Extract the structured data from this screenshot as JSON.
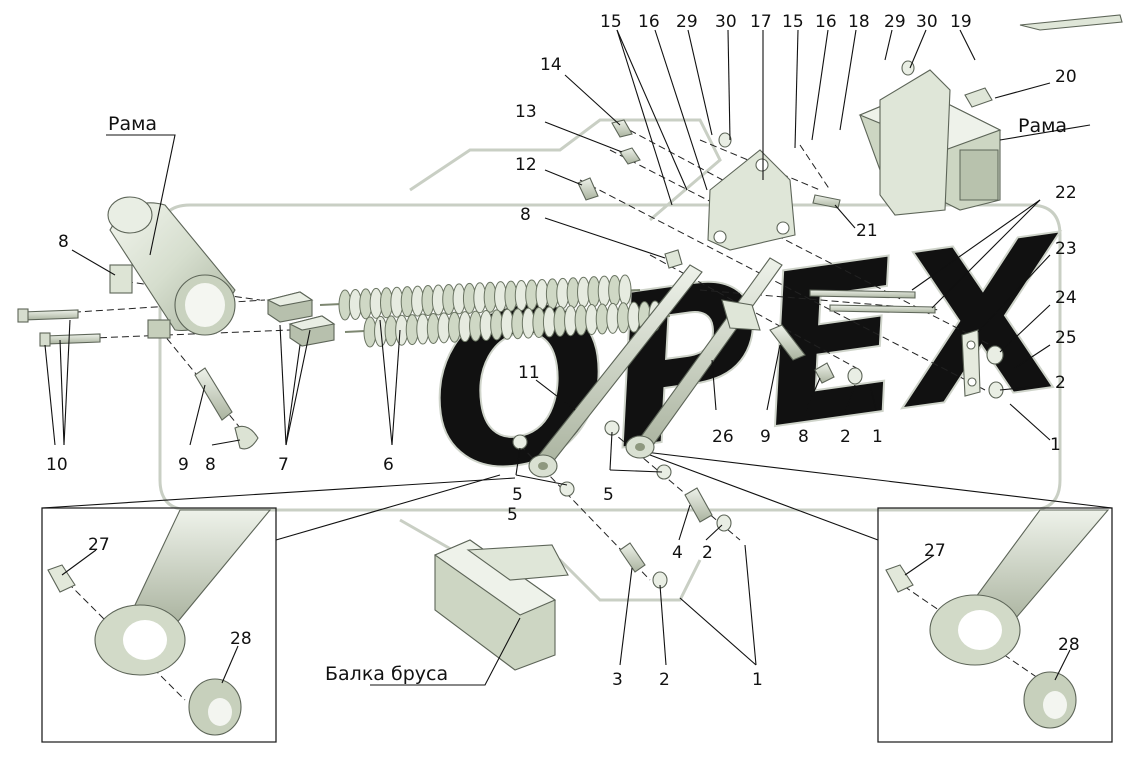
{
  "callouts": {
    "n1": "1",
    "n2": "2",
    "n3": "3",
    "n4": "4",
    "n5": "5",
    "n6": "6",
    "n7": "7",
    "n8": "8",
    "n9": "9",
    "n10": "10",
    "n11": "11",
    "n12": "12",
    "n13": "13",
    "n14": "14",
    "n15": "15",
    "n16": "16",
    "n17": "17",
    "n18": "18",
    "n19": "19",
    "n20": "20",
    "n21": "21",
    "n22": "22",
    "n23": "23",
    "n24": "24",
    "n25": "25",
    "n26": "26",
    "n27": "27",
    "n28": "28",
    "n29": "29",
    "n30": "30"
  },
  "labels": {
    "frame": "Рама",
    "beam": "Балка бруса"
  },
  "watermark": "OPEX",
  "colors": {
    "part_fill": "#d8e0cf",
    "part_light": "#eef2ea",
    "part_dark": "#a9b3a0",
    "line": "#111111",
    "watermark": "#c9cfc4"
  }
}
